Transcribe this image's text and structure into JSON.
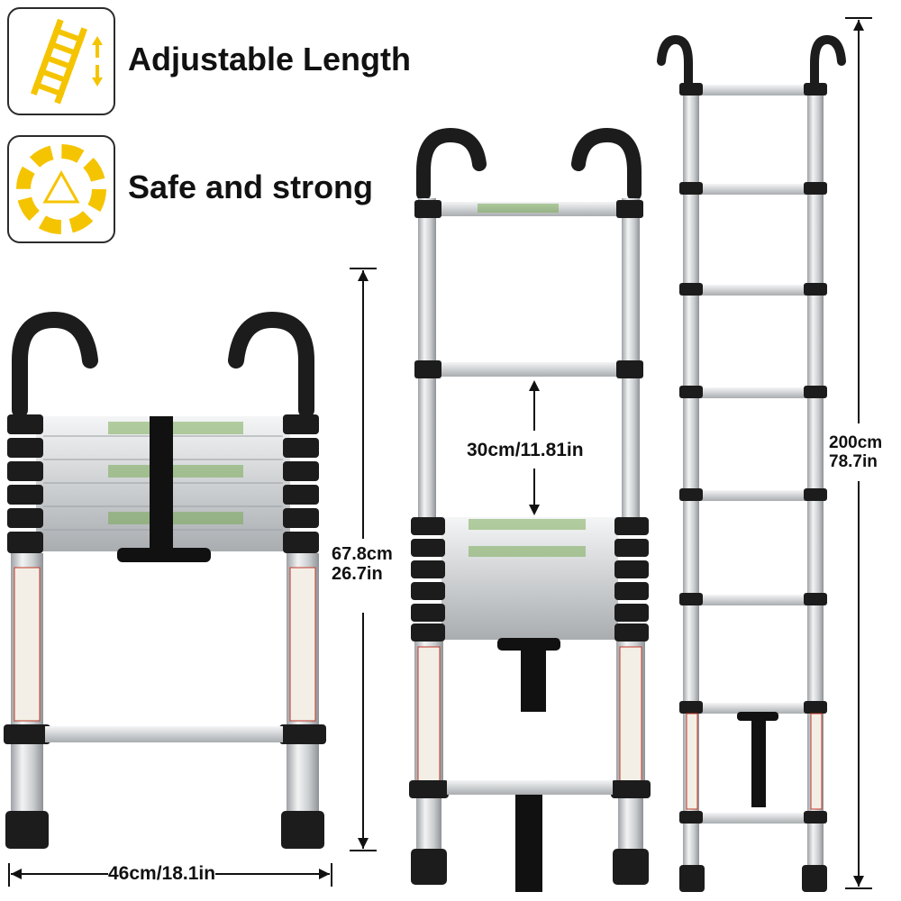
{
  "features": [
    {
      "icon": "ladder-arrows-icon",
      "label": "Adjustable Length"
    },
    {
      "icon": "safety-ring-icon",
      "label": "Safe and strong"
    }
  ],
  "dimensions": {
    "width": "46cm/18.1in",
    "folded_height_cm": "67.8cm",
    "folded_height_in": "26.7in",
    "rung_spacing": "30cm/11.81in",
    "full_height_cm": "200cm",
    "full_height_in": "78.7in"
  },
  "colors": {
    "accent": "#f5c400",
    "frame": "#1c1c1c",
    "metal": "#d4d6d8"
  }
}
